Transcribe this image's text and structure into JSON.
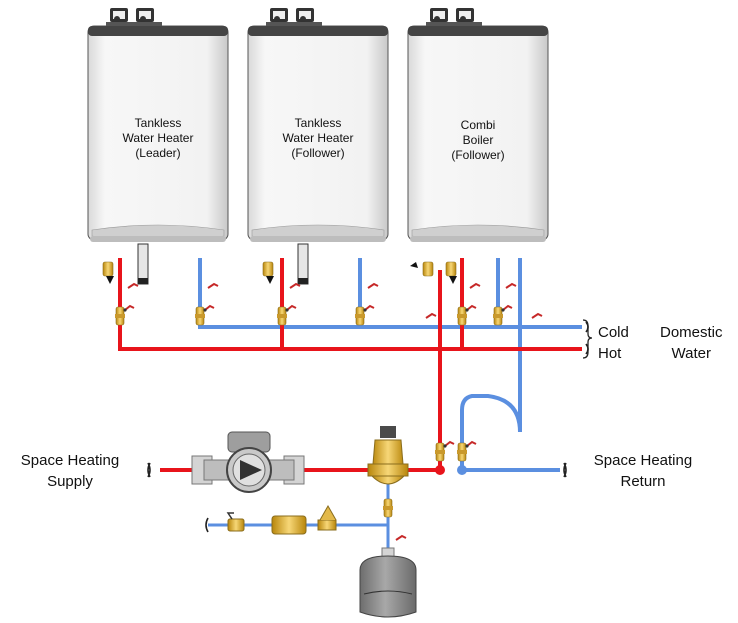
{
  "heaters": [
    {
      "line1": "Tankless",
      "line2": "Water Heater",
      "line3": "(Leader)"
    },
    {
      "line1": "Tankless",
      "line2": "Water Heater",
      "line3": "(Follower)"
    },
    {
      "line1": "Combi",
      "line2": "Boiler",
      "line3": "(Follower)"
    }
  ],
  "labels": {
    "cold": "Cold",
    "hot": "Hot",
    "domestic_line1": "Domestic",
    "domestic_line2": "Water",
    "supply_line1": "Space Heating",
    "supply_line2": "Supply",
    "return_line1": "Space Heating",
    "return_line2": "Return"
  },
  "colors": {
    "hot_pipe": "#e8141b",
    "cold_pipe": "#5b8fe0",
    "heater_body": "#f4f4f4",
    "brass": "#e3b94a",
    "tank": "#8c8c8c"
  }
}
